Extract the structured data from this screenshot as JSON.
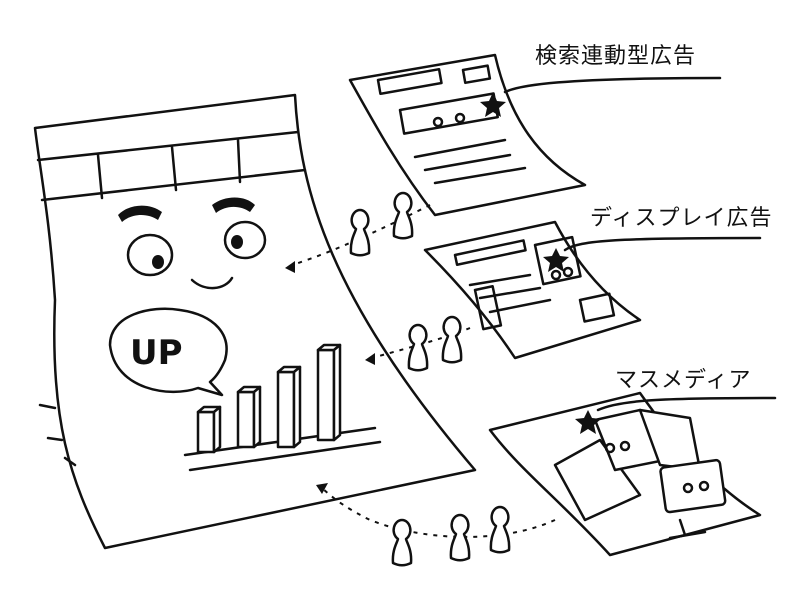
{
  "labels": {
    "search_ads": "検索連動型広告",
    "display_ads": "ディスプレイ広告",
    "mass_media": "マスメディア"
  },
  "main_sheet": {
    "bubble_text": "UP"
  }
}
